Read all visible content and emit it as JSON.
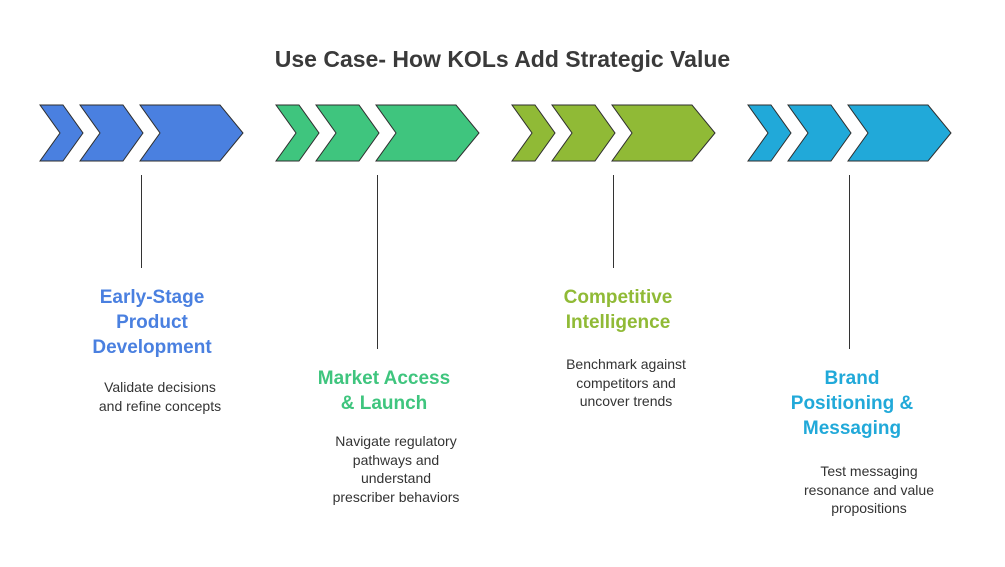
{
  "title": "Use Case- How KOLs Add Strategic Value",
  "stages": [
    {
      "title_lines": [
        "Early-Stage",
        "Product",
        "Development"
      ],
      "desc_lines": [
        "Validate decisions",
        "and refine concepts"
      ],
      "color": "#4a80e0"
    },
    {
      "title_lines": [
        "Market Access",
        "& Launch"
      ],
      "desc_lines": [
        "Navigate regulatory",
        "pathways and",
        "understand",
        "prescriber behaviors"
      ],
      "color": "#3fc57e"
    },
    {
      "title_lines": [
        "Competitive",
        "Intelligence"
      ],
      "desc_lines": [
        "Benchmark against",
        "competitors and",
        "uncover trends"
      ],
      "color": "#90ba36"
    },
    {
      "title_lines": [
        "Brand",
        "Positioning &",
        "Messaging"
      ],
      "desc_lines": [
        "Test messaging",
        "resonance and value",
        "propositions"
      ],
      "color": "#21a9d9"
    }
  ]
}
